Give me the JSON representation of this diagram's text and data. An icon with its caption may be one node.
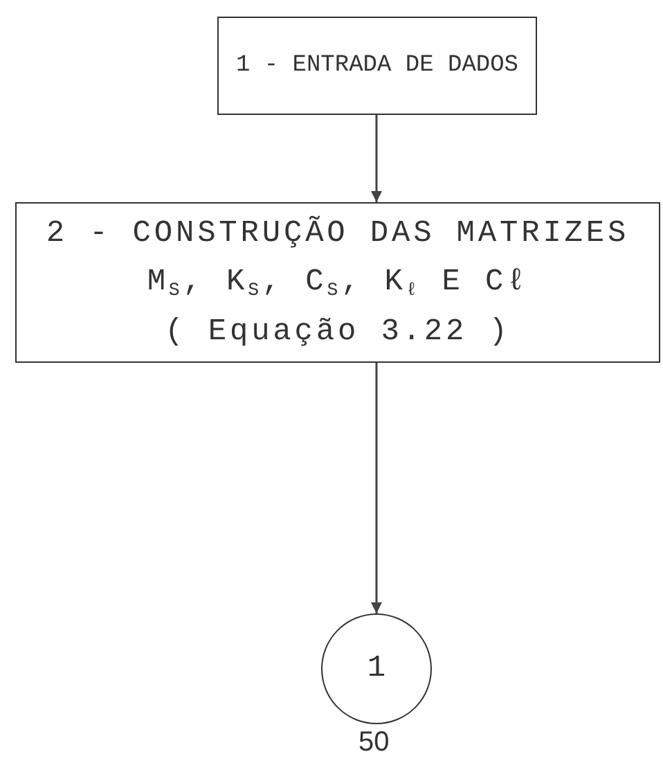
{
  "diagram": {
    "nodes": [
      {
        "text": [
          "1 - ENTRADA DE DADOS"
        ]
      },
      {
        "text": [
          "2 - CONSTRUÇÃO DAS MATRIZES",
          "M$_{S}$, K$_{S}$, C$_{S}$, K$_{ℓ}$ E Cℓ",
          "( Equação 3.22 )"
        ]
      },
      {
        "text": [
          "1"
        ]
      }
    ],
    "edges": [
      {
        "from": 0,
        "to": 1,
        "arrow": "to"
      },
      {
        "from": 1,
        "to": 2,
        "arrow": "to"
      }
    ],
    "labels": [
      "50"
    ]
  }
}
